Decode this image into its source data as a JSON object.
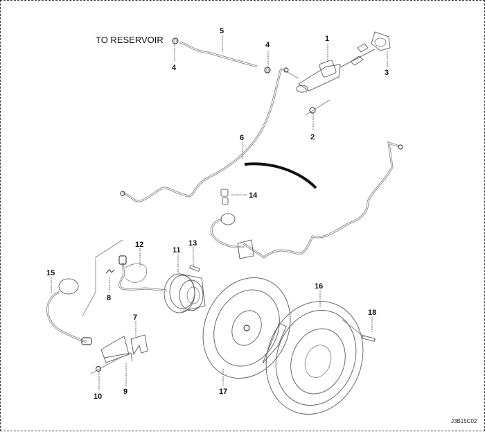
{
  "figure": {
    "figure_code": "J3B15C02",
    "note": "TO RESERVOIR"
  },
  "callouts": [
    {
      "id": "1",
      "label": "1"
    },
    {
      "id": "2",
      "label": "2"
    },
    {
      "id": "3",
      "label": "3"
    },
    {
      "id": "4a",
      "label": "4"
    },
    {
      "id": "4b",
      "label": "4"
    },
    {
      "id": "5",
      "label": "5"
    },
    {
      "id": "6",
      "label": "6"
    },
    {
      "id": "7",
      "label": "7"
    },
    {
      "id": "8",
      "label": "8"
    },
    {
      "id": "9",
      "label": "9"
    },
    {
      "id": "10",
      "label": "10"
    },
    {
      "id": "11",
      "label": "11"
    },
    {
      "id": "12",
      "label": "12"
    },
    {
      "id": "13",
      "label": "13"
    },
    {
      "id": "14",
      "label": "14"
    },
    {
      "id": "15",
      "label": "15"
    },
    {
      "id": "16",
      "label": "16"
    },
    {
      "id": "17",
      "label": "17"
    },
    {
      "id": "18",
      "label": "18"
    }
  ]
}
